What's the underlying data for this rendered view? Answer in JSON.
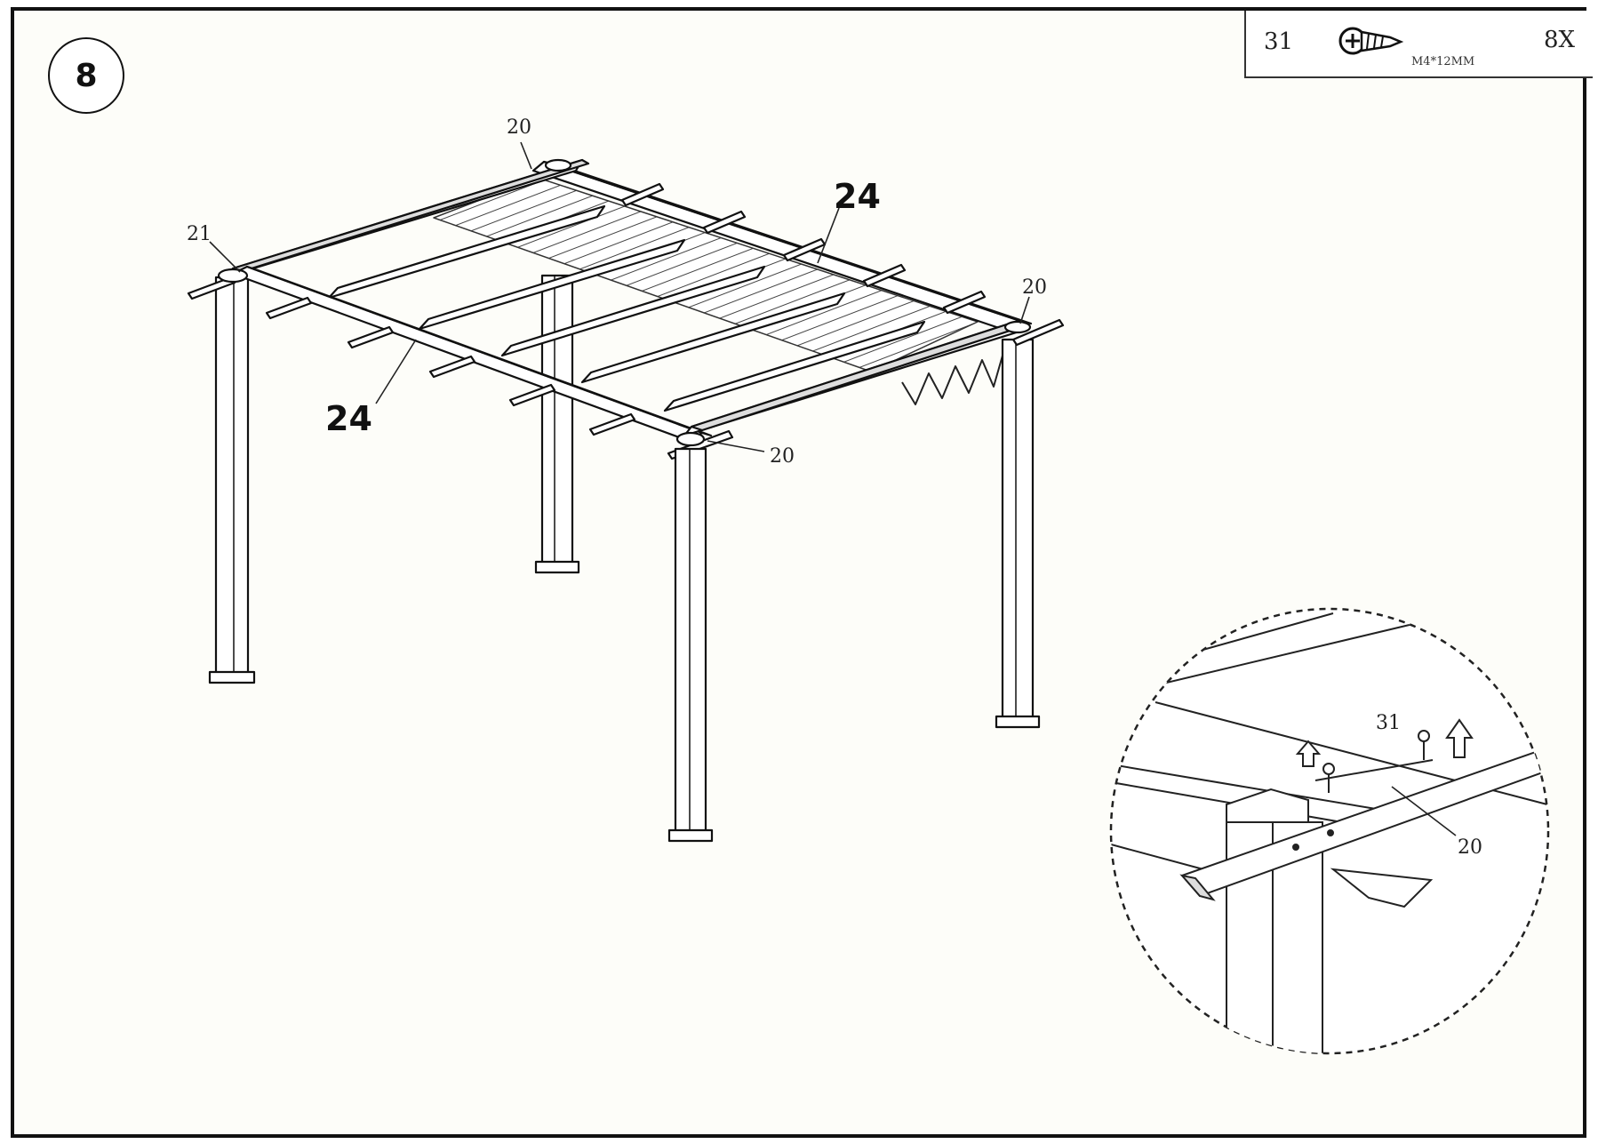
{
  "step": {
    "number": "8"
  },
  "parts": {
    "part_number": "31",
    "spec": "M4*12MM",
    "quantity": "8X",
    "icon": "screw-icon"
  },
  "callouts": {
    "top_rear_20": "20",
    "left_21": "21",
    "rear_beam_24": "24",
    "front_beam_24": "24",
    "right_20": "20",
    "front_20": "20"
  },
  "detail": {
    "part_31": "31",
    "part_20": "20"
  }
}
